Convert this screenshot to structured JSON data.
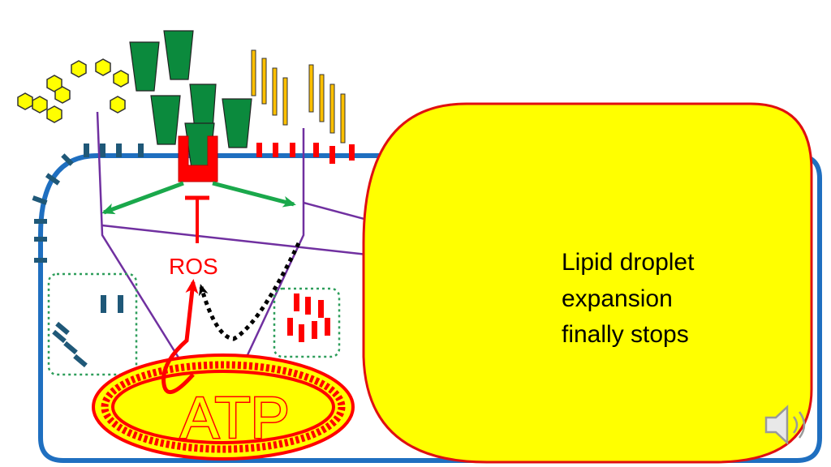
{
  "labels": {
    "ros": "ROS",
    "atp": "ATP",
    "lipid_line1": "Lipid droplet",
    "lipid_line2": "expansion",
    "lipid_line3": "finally stops"
  },
  "icons": {
    "audio": "speaker-icon"
  },
  "colors": {
    "cell_membrane": "#1f6fc0",
    "lipid_fill": "#ffff00",
    "lipid_stroke": "#ff0000",
    "green_receptor": "#0b8a3d",
    "arrow_green": "#1aa84b",
    "arrow_purple": "#7030a0",
    "ros_red": "#ff0000",
    "glucose_yellow": "#ffff00",
    "fatty_acid_orange": "#ffc000",
    "channel_teal": "#1f5878",
    "vesicle_border": "#2e9e5b"
  }
}
